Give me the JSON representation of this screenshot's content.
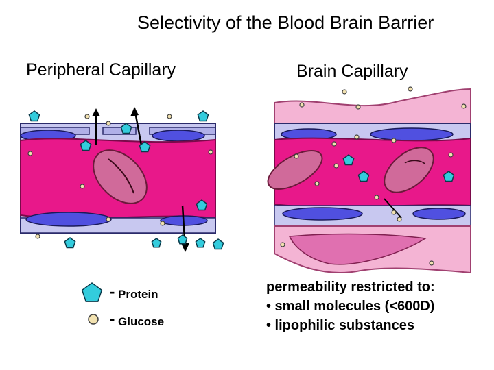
{
  "title": "Selectivity of the Blood Brain Barrier",
  "panels": {
    "peripheral": {
      "label": "Peripheral Capillary"
    },
    "brain": {
      "label": "Brain Capillary"
    }
  },
  "legend": {
    "protein": {
      "label": "Protein",
      "dash": "-",
      "icon": "pentagon-icon",
      "color": "#33ccdd"
    },
    "glucose": {
      "label": "Glucose",
      "dash": "-",
      "icon": "circle-icon",
      "color": "#f2e2b0"
    }
  },
  "permeability": {
    "heading": "permeability restricted to:",
    "items": [
      "• small molecules (<600D)",
      "• lipophilic substances"
    ]
  },
  "colors": {
    "blood": "#e8188a",
    "endothelium": "#c8c8f0",
    "nucleus": "#5050e0",
    "red_cell": "#d06a9a",
    "astrocyte": "#f4b4d4"
  }
}
